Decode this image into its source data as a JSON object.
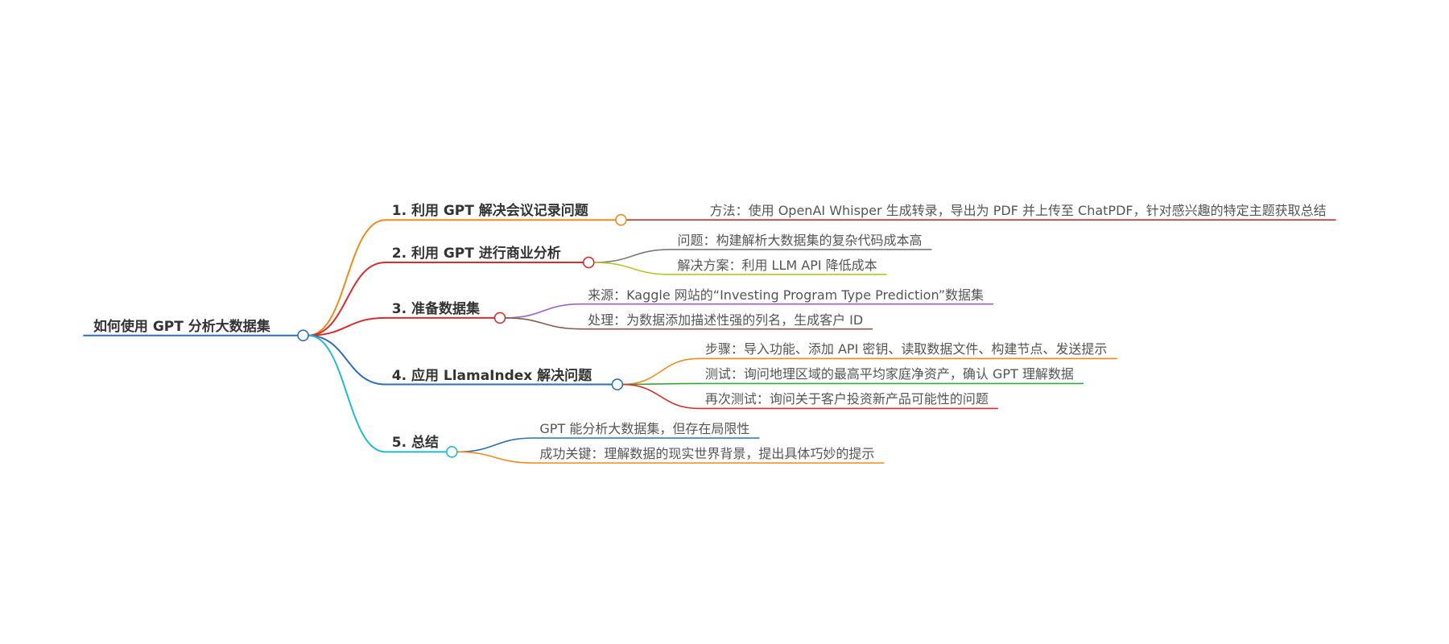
{
  "root": {
    "label": "如何使用 GPT 分析大数据集",
    "color": "#2f6fb4"
  },
  "branches": [
    {
      "label": "1. 利用 GPT 解决会议记录问题",
      "color": "#f08a1c",
      "children": [
        {
          "label": "方法：使用 OpenAI Whisper 生成转录，导出为 PDF 并上传至 ChatPDF，针对感兴趣的特定主题获取总结",
          "color": "#b8362e"
        }
      ]
    },
    {
      "label": "2. 利用 GPT 进行商业分析",
      "color": "#d42f2f",
      "children": [
        {
          "label": "问题：构建解析大数据集的复杂代码成本高",
          "color": "#7a7a7a"
        },
        {
          "label": "解决方案：利用 LLM API 降低成本",
          "color": "#b8c22a"
        }
      ]
    },
    {
      "label": "3. 准备数据集",
      "color": "#d42f2f",
      "children": [
        {
          "label": "来源：Kaggle 网站的“Investing Program Type Prediction”数据集",
          "color": "#9a62c6"
        },
        {
          "label": "处理：为数据添加描述性强的列名，生成客户 ID",
          "color": "#8a5a4a"
        }
      ]
    },
    {
      "label": "4. 应用 LlamaIndex 解决问题",
      "color": "#2f6fb4",
      "children": [
        {
          "label": "步骤：导入功能、添加 API 密钥、读取数据文件、构建节点、发送提示",
          "color": "#f08a1c"
        },
        {
          "label": "测试：询问地理区域的最高平均家庭净资产，确认 GPT 理解数据",
          "color": "#3ba23b"
        },
        {
          "label": "再次测试：询问关于客户投资新产品可能性的问题",
          "color": "#d42f2f"
        }
      ]
    },
    {
      "label": "5. 总结",
      "color": "#23b9cf",
      "children": [
        {
          "label": "GPT 能分析大数据集，但存在局限性",
          "color": "#2f6fb4"
        },
        {
          "label": "成功关键：理解数据的现实世界背景，提出具体巧妙的提示",
          "color": "#f08a1c"
        }
      ]
    }
  ]
}
